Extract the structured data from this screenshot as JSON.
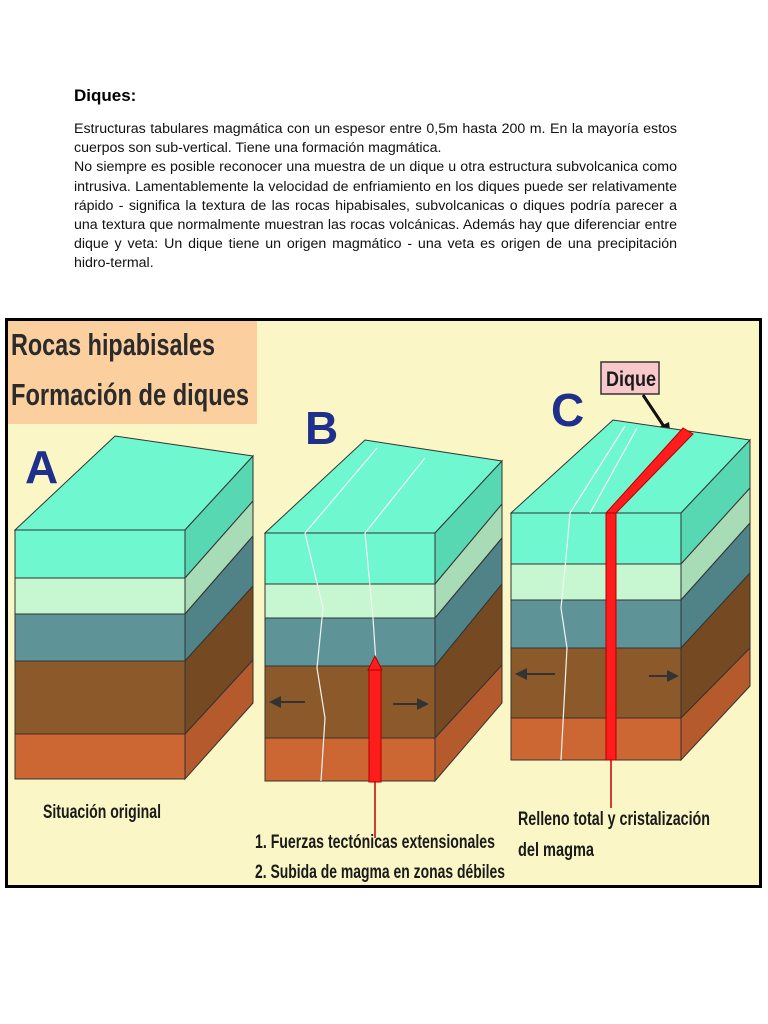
{
  "document": {
    "heading": "Diques:",
    "paragraphs": [
      "Estructuras tabulares magmática con un espesor entre 0,5m hasta 200 m. En la mayoría estos cuerpos son sub-vertical. Tiene una formación magmática.",
      "No siempre es posible reconocer una muestra de un dique u otra estructura subvolcanica como intrusiva. Lamentablemente la velocidad de enfriamiento en los diques puede ser relativamente rápido - significa la textura de las rocas hipabisales, subvolcanicas o diques podría parecer a una textura que normalmente muestran las rocas volcánicas. Además hay que diferenciar entre dique y veta: Un dique tiene un origen magmático - una veta es origen de una precipitación hidro-termal."
    ]
  },
  "figure": {
    "title_line1": "Rocas hipabisales",
    "title_line2": "Formación de diques",
    "panel_a": {
      "letter": "A",
      "caption": "Situación original"
    },
    "panel_b": {
      "letter": "B",
      "caption_line1": "1. Fuerzas tectónicas extensionales",
      "caption_line2": "2. Subida de magma en zonas débiles"
    },
    "panel_c": {
      "letter": "C",
      "label": "Dique",
      "caption_line1": "Relleno total y cristalización",
      "caption_line2": "del magma"
    },
    "colors": {
      "background": "#fbf6c6",
      "title_box": "#fbcf9e",
      "letters": "#1f2f8c",
      "layer_top": "#6ff7cf",
      "layer_pale": "#c6f7d0",
      "layer_teal": "#5e9498",
      "layer_brown": "#8c5a2a",
      "layer_orange": "#cc6632",
      "magma": "#ff1c1c",
      "dique_label_box": "#f9c8cd"
    }
  }
}
